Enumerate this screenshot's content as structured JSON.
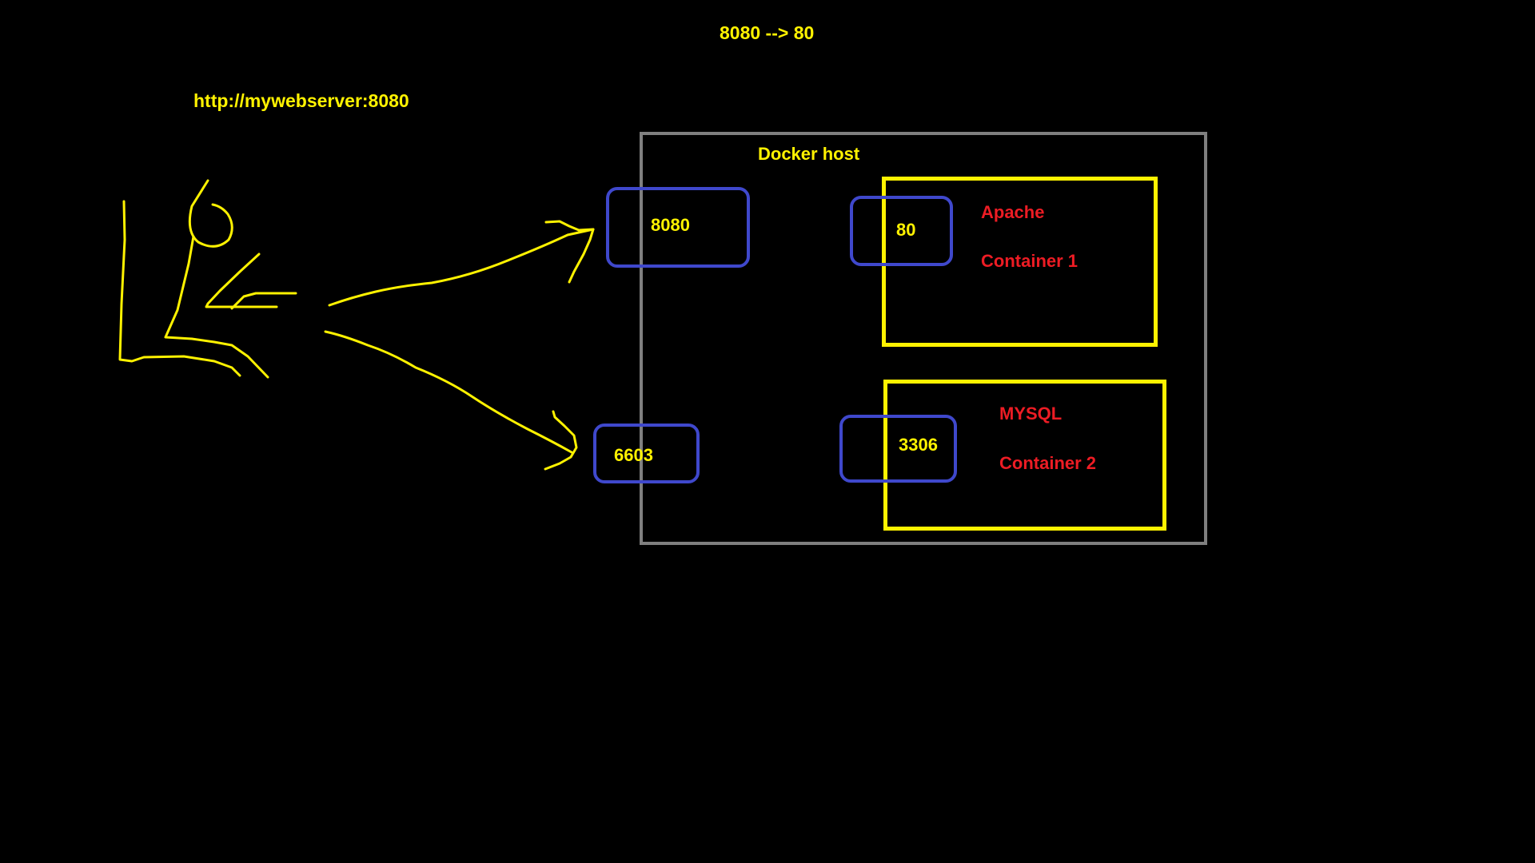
{
  "header": {
    "mapping": "8080 --> 80",
    "url": "http://mywebserver:8080"
  },
  "docker_host": {
    "label": "Docker host",
    "host_ports": [
      {
        "label": "8080"
      },
      {
        "label": "6603"
      }
    ]
  },
  "containers": [
    {
      "name": "Apache",
      "label": "Container 1",
      "port": "80"
    },
    {
      "name": "MYSQL",
      "label": "Container 2",
      "port": "3306"
    }
  ],
  "colors": {
    "background": "#000000",
    "text_primary": "#fff200",
    "text_container": "#ed1c24",
    "host_border": "#7f7f7f",
    "container_border": "#fff200",
    "port_border": "#3f48cc",
    "sketch_stroke": "#fff200"
  },
  "icons": {
    "user": "user-at-computer-sketch-icon",
    "arrows": "hand-drawn-arrow-icon"
  }
}
